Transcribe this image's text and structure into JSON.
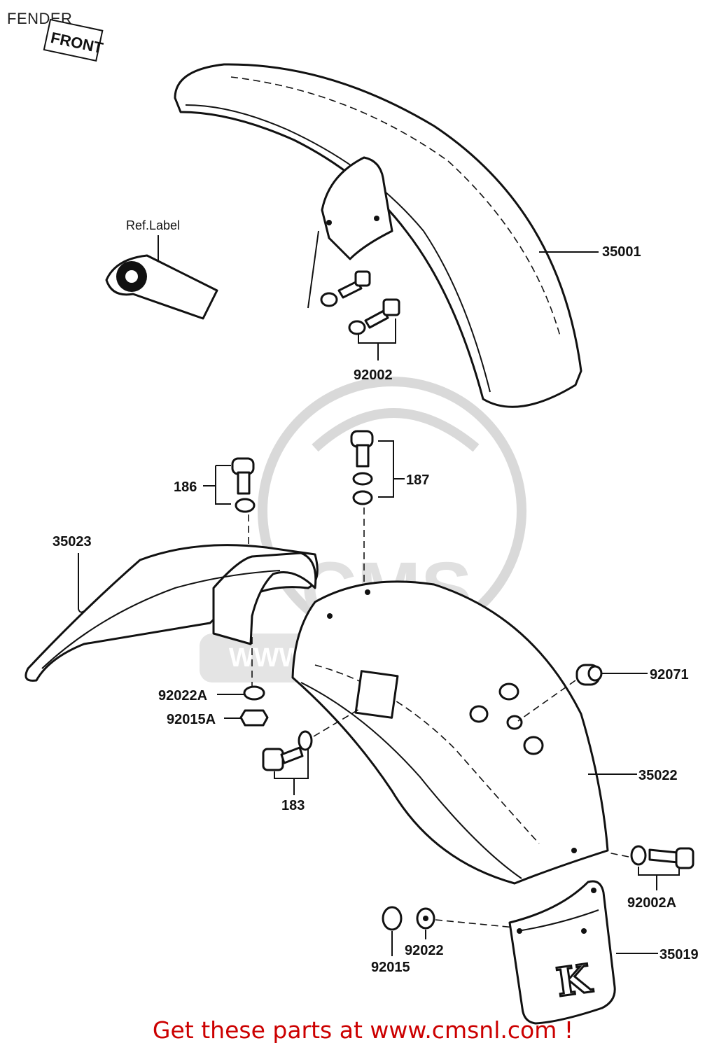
{
  "page_title": "FENDER",
  "footer_text": "Get these parts at www.cmsnl.com !",
  "front_tag": "FRONT",
  "ref_label": "Ref.Label",
  "watermark": {
    "brand": "CMS",
    "url": "WWW.CMSNL.COM"
  },
  "parts": {
    "p35001": "35001",
    "p92002": "92002",
    "p186": "186",
    "p187": "187",
    "p35023": "35023",
    "p92071": "92071",
    "p92022A": "92022A",
    "p92015A": "92015A",
    "p35022": "35022",
    "p183": "183",
    "p92002A": "92002A",
    "p92022": "92022",
    "p92015": "92015",
    "p35019": "35019"
  },
  "mudflap_letter": "K",
  "colors": {
    "footer": "#cc0000",
    "watermark": "#d9d9d9",
    "line": "#111111"
  }
}
